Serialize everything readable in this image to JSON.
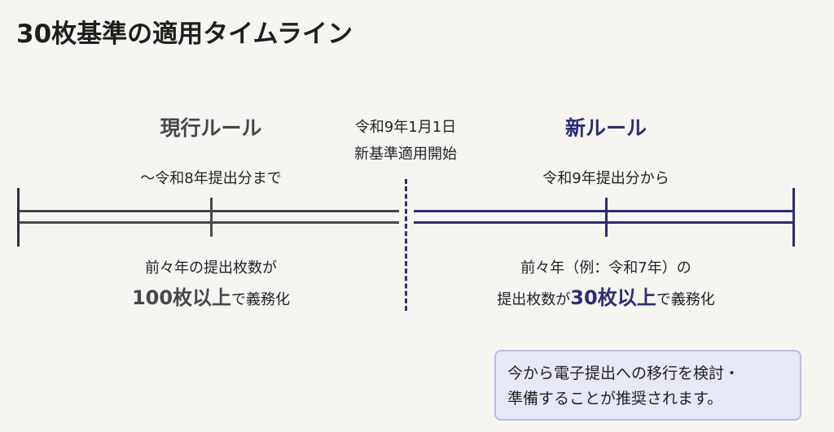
{
  "title": "30枚基準の適用タイムライン",
  "current": {
    "heading": "現行ルール",
    "period": "〜令和8年提出分まで",
    "desc_line1": "前々年の提出枚数が",
    "desc_emph": "100枚以上",
    "desc_tail": "で義務化"
  },
  "switch": {
    "date": "令和9年1月1日",
    "label": "新基準適用開始"
  },
  "new": {
    "heading": "新ルール",
    "period": "令和9年提出分から",
    "desc_line1": "前々年（例：令和7年）の",
    "desc_pre": "提出枚数が",
    "desc_emph": "30枚以上",
    "desc_tail": "で義務化"
  },
  "note": {
    "line1": "今から電子提出への移行を検討・",
    "line2": "準備することが推奨されます。"
  },
  "colors": {
    "current": "#45474c",
    "new": "#2b2e6e",
    "note_bg": "#e6e8f5",
    "note_border": "#b6bbe0"
  }
}
